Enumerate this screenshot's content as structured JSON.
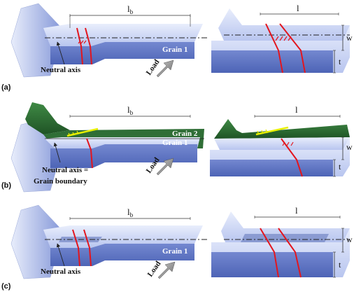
{
  "panels": [
    {
      "id": "a",
      "label": "(a)",
      "beam_length_label": "l",
      "beam_length_sub": "b",
      "grain_top_label": "",
      "grain_bottom_label": "Grain 1",
      "axis_callout": "Neutral axis",
      "axis_callout_line2": "",
      "load_label": "Load",
      "zoom_length_label": "l",
      "zoom_width_label": "w",
      "zoom_thickness_label": "t"
    },
    {
      "id": "b",
      "label": "(b)",
      "beam_length_label": "l",
      "beam_length_sub": "b",
      "grain_top_label": "Grain 2",
      "grain_bottom_label": "Grain 1",
      "axis_callout": "Neutral axis =",
      "axis_callout_line2": "Grain boundary",
      "load_label": "Load",
      "zoom_length_label": "l",
      "zoom_width_label": "w",
      "zoom_thickness_label": "t"
    },
    {
      "id": "c",
      "label": "(c)",
      "beam_length_label": "l",
      "beam_length_sub": "b",
      "grain_top_label": "",
      "grain_bottom_label": "Grain 1",
      "axis_callout": "Neutral axis",
      "axis_callout_line2": "",
      "load_label": "Load",
      "zoom_length_label": "l",
      "zoom_width_label": "w",
      "zoom_thickness_label": "t"
    }
  ],
  "colors": {
    "grain1_top": "#c9d3f2",
    "grain1_front": "#5d73c0",
    "grain1_face": "#8e9fde",
    "grain2": "#2d6b33",
    "dislocation_red": "#e3151d",
    "dislocation_yellow": "#e8f000",
    "load_arrow": "#9a9a9a"
  }
}
